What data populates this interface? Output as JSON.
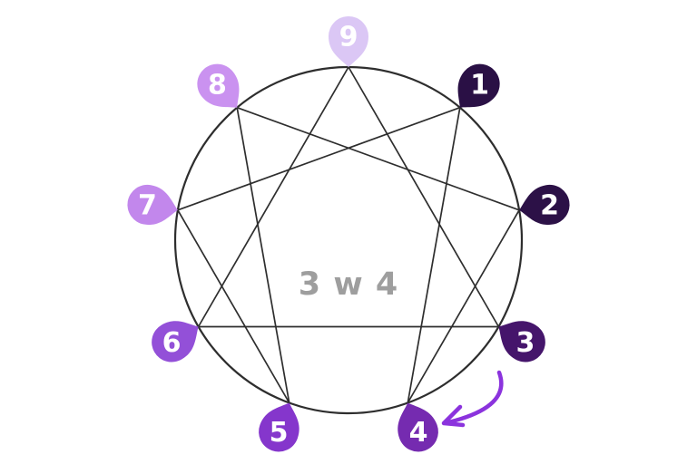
{
  "diagram": {
    "type": "enneagram",
    "center_label": "3 w 4",
    "center_label_color": "#9e9e9e",
    "background_color": "#ffffff",
    "circle_color": "#2e2e2e",
    "line_color": "#2e2e2e",
    "number_color": "#ffffff",
    "arrow": {
      "name": "clockwise-arrow",
      "color": "#8b33dd"
    },
    "pins": [
      {
        "number": "1",
        "color": "#2a1045"
      },
      {
        "number": "2",
        "color": "#2c1147"
      },
      {
        "number": "3",
        "color": "#45156b"
      },
      {
        "number": "4",
        "color": "#752bb0"
      },
      {
        "number": "5",
        "color": "#8536cc"
      },
      {
        "number": "6",
        "color": "#9350d8"
      },
      {
        "number": "7",
        "color": "#c287ec"
      },
      {
        "number": "8",
        "color": "#ca92f0"
      },
      {
        "number": "9",
        "color": "#dbc7f5"
      }
    ],
    "hexad_connections": [
      [
        1,
        4
      ],
      [
        4,
        2
      ],
      [
        2,
        8
      ],
      [
        8,
        5
      ],
      [
        5,
        7
      ],
      [
        7,
        1
      ]
    ],
    "triangle_connections": [
      [
        3,
        6
      ],
      [
        6,
        9
      ],
      [
        9,
        3
      ]
    ]
  }
}
